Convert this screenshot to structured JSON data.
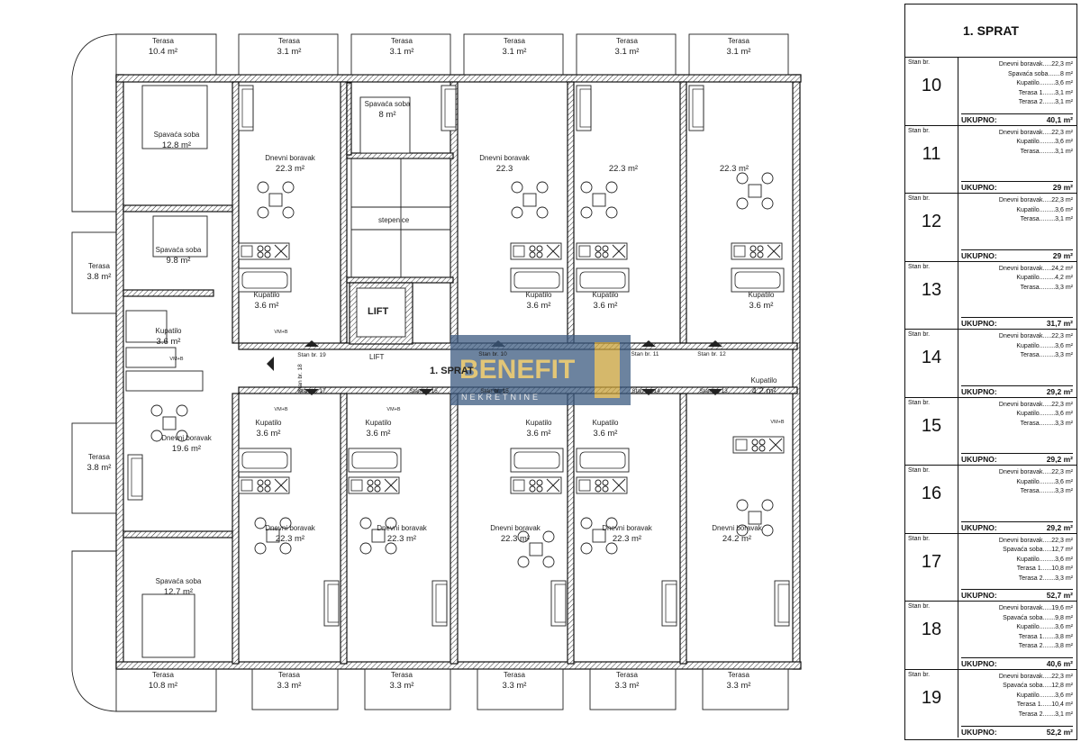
{
  "plan": {
    "stair_label": "stepenice",
    "lift_label": "LIFT",
    "lift_sub": "LIFT",
    "floor_label": "1. SPRAT",
    "watermark_main": "BENEFIT",
    "watermark_sub": "NEKRETNINE",
    "vm_label": "VM+B",
    "rooms": [
      {
        "label": "Terasa",
        "area": "10.4 m²"
      },
      {
        "label": "Terasa",
        "area": "3.1 m²"
      },
      {
        "label": "Terasa",
        "area": "3.1 m²"
      },
      {
        "label": "Terasa",
        "area": "3.1 m²"
      },
      {
        "label": "Terasa",
        "area": "3.1 m²"
      },
      {
        "label": "Terasa",
        "area": "3.1 m²"
      },
      {
        "label": "Spavaća soba",
        "area": "12.8 m²"
      },
      {
        "label": "Spavaća soba",
        "area": "8 m²"
      },
      {
        "label": "Dnevni boravak",
        "area": "22.3 m²"
      },
      {
        "label": "Dnevni boravak",
        "area": "22.3"
      },
      {
        "label": "",
        "area": "22.3 m²"
      },
      {
        "label": "",
        "area": "22.3 m²"
      },
      {
        "label": "Spavaća soba",
        "area": "9.8 m²"
      },
      {
        "label": "Terasa",
        "area": "3.8 m²"
      },
      {
        "label": "Kupatilo",
        "area": "3.6 m²"
      },
      {
        "label": "Kupatilo",
        "area": "3.6 m²"
      },
      {
        "label": "Kupatilo",
        "area": "3.6 m²"
      },
      {
        "label": "Kupatilo",
        "area": "3.6 m²"
      },
      {
        "label": "Kupatilo",
        "area": "3.6 m²"
      },
      {
        "label": "Kupatilo",
        "area": "4.2 m²"
      },
      {
        "label": "Kupatilo",
        "area": "3.6 m²"
      },
      {
        "label": "Kupatilo",
        "area": "3.6 m²"
      },
      {
        "label": "Kupatilo",
        "area": "3.6 m²"
      },
      {
        "label": "Kupatilo",
        "area": "3.6 m²"
      },
      {
        "label": "Dnevni boravak",
        "area": "19.6 m²"
      },
      {
        "label": "Terasa",
        "area": "3.8 m²"
      },
      {
        "label": "Dnevni boravak",
        "area": "22.3 m²"
      },
      {
        "label": "Dnevni boravak",
        "area": "22.3 m²"
      },
      {
        "label": "Dnevni boravak",
        "area": "22.3 m²"
      },
      {
        "label": "Dnevni boravak",
        "area": "22.3 m²"
      },
      {
        "label": "Dnevni boravak",
        "area": "24.2 m²"
      },
      {
        "label": "Spavaća soba",
        "area": "12.7 m²"
      },
      {
        "label": "Terasa",
        "area": "10.8 m²"
      },
      {
        "label": "Terasa",
        "area": "3.3 m²"
      },
      {
        "label": "Terasa",
        "area": "3.3 m²"
      },
      {
        "label": "Terasa",
        "area": "3.3 m²"
      },
      {
        "label": "Terasa",
        "area": "3.3 m²"
      },
      {
        "label": "Terasa",
        "area": "3.3 m²"
      }
    ],
    "corridor_labels": [
      "Stan br. 19",
      "Stan br. 18",
      "Stan br. 10",
      "Stan br. 11",
      "Stan br. 12",
      "Stan br. 17",
      "Stan br. 16",
      "Stan br. 15",
      "Stan br. 14",
      "Stan br. 13"
    ]
  },
  "summary": {
    "title": "1. SPRAT",
    "stan_label": "Stan br.",
    "total_label": "UKUPNO:",
    "units": [
      {
        "num": "10",
        "rows": [
          "Dnevni boravak.....22,3 m²",
          "Spavaća soba.......8 m²",
          "Kupatilo.........3,6 m²",
          "Terasa 1.......3,1 m²",
          "Terasa 2.......3,1 m²"
        ],
        "total": "40,1 m²"
      },
      {
        "num": "11",
        "rows": [
          "Dnevni boravak.....22,3 m²",
          "Kupatilo.........3,6 m²",
          "Terasa.........3,1 m²"
        ],
        "total": "29 m²"
      },
      {
        "num": "12",
        "rows": [
          "Dnevni boravak.....22,3 m²",
          "Kupatilo.........3,6 m²",
          "Terasa.........3,1 m²"
        ],
        "total": "29 m²"
      },
      {
        "num": "13",
        "rows": [
          "Dnevni boravak.....24,2 m²",
          "Kupatilo.........4,2 m²",
          "Terasa.........3,3 m²"
        ],
        "total": "31,7 m²"
      },
      {
        "num": "14",
        "rows": [
          "Dnevni boravak.....22,3 m²",
          "Kupatilo.........3,6 m²",
          "Terasa.........3,3 m²"
        ],
        "total": "29,2 m²"
      },
      {
        "num": "15",
        "rows": [
          "Dnevni boravak.....22,3 m²",
          "Kupatilo.........3,6 m²",
          "Terasa.........3,3 m²"
        ],
        "total": "29,2 m²"
      },
      {
        "num": "16",
        "rows": [
          "Dnevni boravak.....22,3 m²",
          "Kupatilo.........3,6 m²",
          "Terasa.........3,3 m²"
        ],
        "total": "29,2 m²"
      },
      {
        "num": "17",
        "rows": [
          "Dnevni boravak.....22,3 m²",
          "Spavaća soba.....12,7 m²",
          "Kupatilo.........3,6 m²",
          "Terasa 1......10,8 m²",
          "Terasa 2.......3,3 m²"
        ],
        "total": "52,7 m²"
      },
      {
        "num": "18",
        "rows": [
          "Dnevni boravak.....19,6 m²",
          "Spavaća soba.......9,8 m²",
          "Kupatilo.........3,6 m²",
          "Terasa 1.......3,8 m²",
          "Terasa 2.......3,8 m²"
        ],
        "total": "40,6 m²"
      },
      {
        "num": "19",
        "rows": [
          "Dnevni boravak.....22,3 m²",
          "Spavaća soba.....12,8 m²",
          "Kupatilo.........3,6 m²",
          "Terasa 1......10,4 m²",
          "Terasa 2.......3,1 m²"
        ],
        "total": "52,2 m²"
      }
    ]
  }
}
